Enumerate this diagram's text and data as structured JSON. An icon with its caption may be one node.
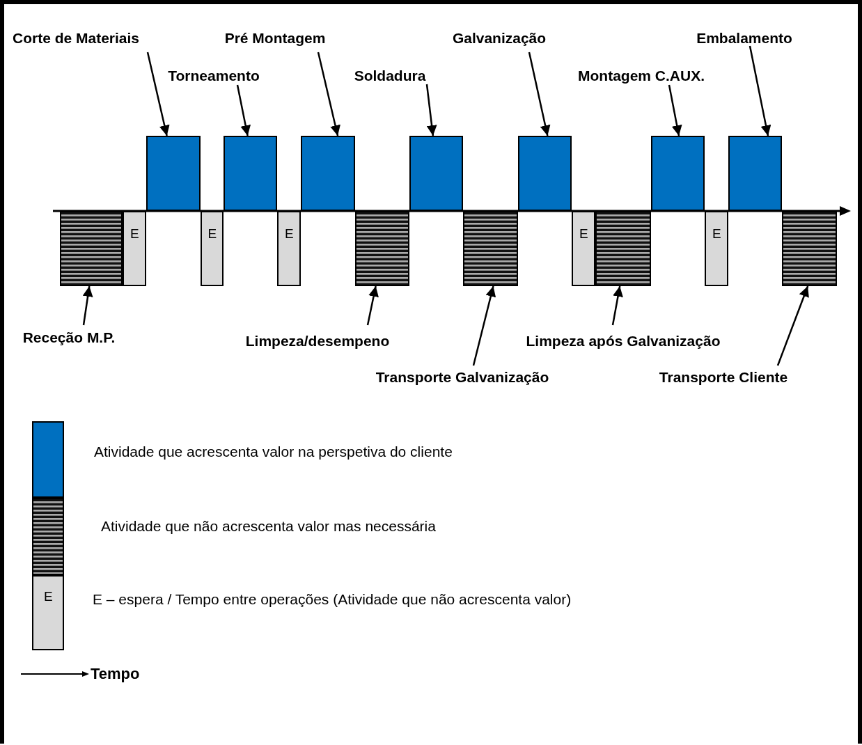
{
  "diagram": {
    "nodes": [
      {
        "text": [
          "Corte de Materiais"
        ]
      },
      {
        "text": [
          "Pré Montagem"
        ]
      },
      {
        "text": [
          "Galvanização"
        ]
      },
      {
        "text": [
          "Embalamento"
        ]
      },
      {
        "text": [
          "Torneamento"
        ]
      },
      {
        "text": [
          "Soldadura"
        ]
      },
      {
        "text": [
          "**Montagem C.AUX**."
        ]
      },
      {
        "text": [],
        "shape": "bar"
      },
      {
        "text": [
          "E"
        ]
      },
      {
        "text": [],
        "shape": "bar"
      },
      {
        "text": [
          "E"
        ]
      },
      {
        "text": [],
        "shape": "bar"
      },
      {
        "text": [
          "E"
        ]
      },
      {
        "text": [],
        "shape": "bar"
      },
      {
        "text": [],
        "shape": "bar"
      },
      {
        "text": [],
        "shape": "bar"
      },
      {
        "text": [],
        "shape": "bar"
      },
      {
        "text": [],
        "shape": "bar"
      },
      {
        "text": [
          "E"
        ]
      },
      {
        "text": [],
        "shape": "bar"
      },
      {
        "text": [],
        "shape": "bar"
      },
      {
        "text": [
          "E"
        ]
      },
      {
        "text": [],
        "shape": "bar"
      },
      {
        "text": [],
        "shape": "bar"
      },
      {
        "text": [
          "Receção M.P."
        ]
      },
      {
        "text": [
          "Limpeza/desempeno"
        ]
      },
      {
        "text": [
          "Limpeza após Galvanização"
        ]
      },
      {
        "text": [
          "Transporte Galvanização"
        ]
      },
      {
        "text": [
          "Transporte Cliente"
        ]
      }
    ],
    "edges": [
      {
        "from": 0,
        "to": 9,
        "arrow": "to"
      },
      {
        "from": 4,
        "to": 11,
        "arrow": "to"
      },
      {
        "from": 1,
        "to": 13,
        "arrow": "to"
      },
      {
        "from": 5,
        "to": 15,
        "arrow": "to"
      },
      {
        "from": 2,
        "to": 17,
        "arrow": "to"
      },
      {
        "from": 6,
        "to": 20,
        "arrow": "to"
      },
      {
        "from": 3,
        "to": 22,
        "arrow": "to"
      },
      {
        "from": 24,
        "to": 7,
        "arrow": "to"
      },
      {
        "from": 25,
        "to": 14,
        "arrow": "to"
      },
      {
        "from": 27,
        "to": 16,
        "arrow": "to"
      },
      {
        "from": 26,
        "to": 19,
        "arrow": "to"
      },
      {
        "from": 28,
        "to": 23,
        "arrow": "to"
      }
    ],
    "labels": [
      "E"
    ],
    "legend": [
      {
        "text": "Atividade que acrescenta valor na perspetiva do cliente",
        "color": "#0070c0"
      },
      {
        "text": "Atividade que não acrescenta valor mas necessária"
      },
      {
        "text": "E – espera / Tempo entre operações (Atividade que não acrescenta valor)",
        "color": "#d9d9d9"
      },
      {
        "text": "Tempo"
      }
    ]
  }
}
